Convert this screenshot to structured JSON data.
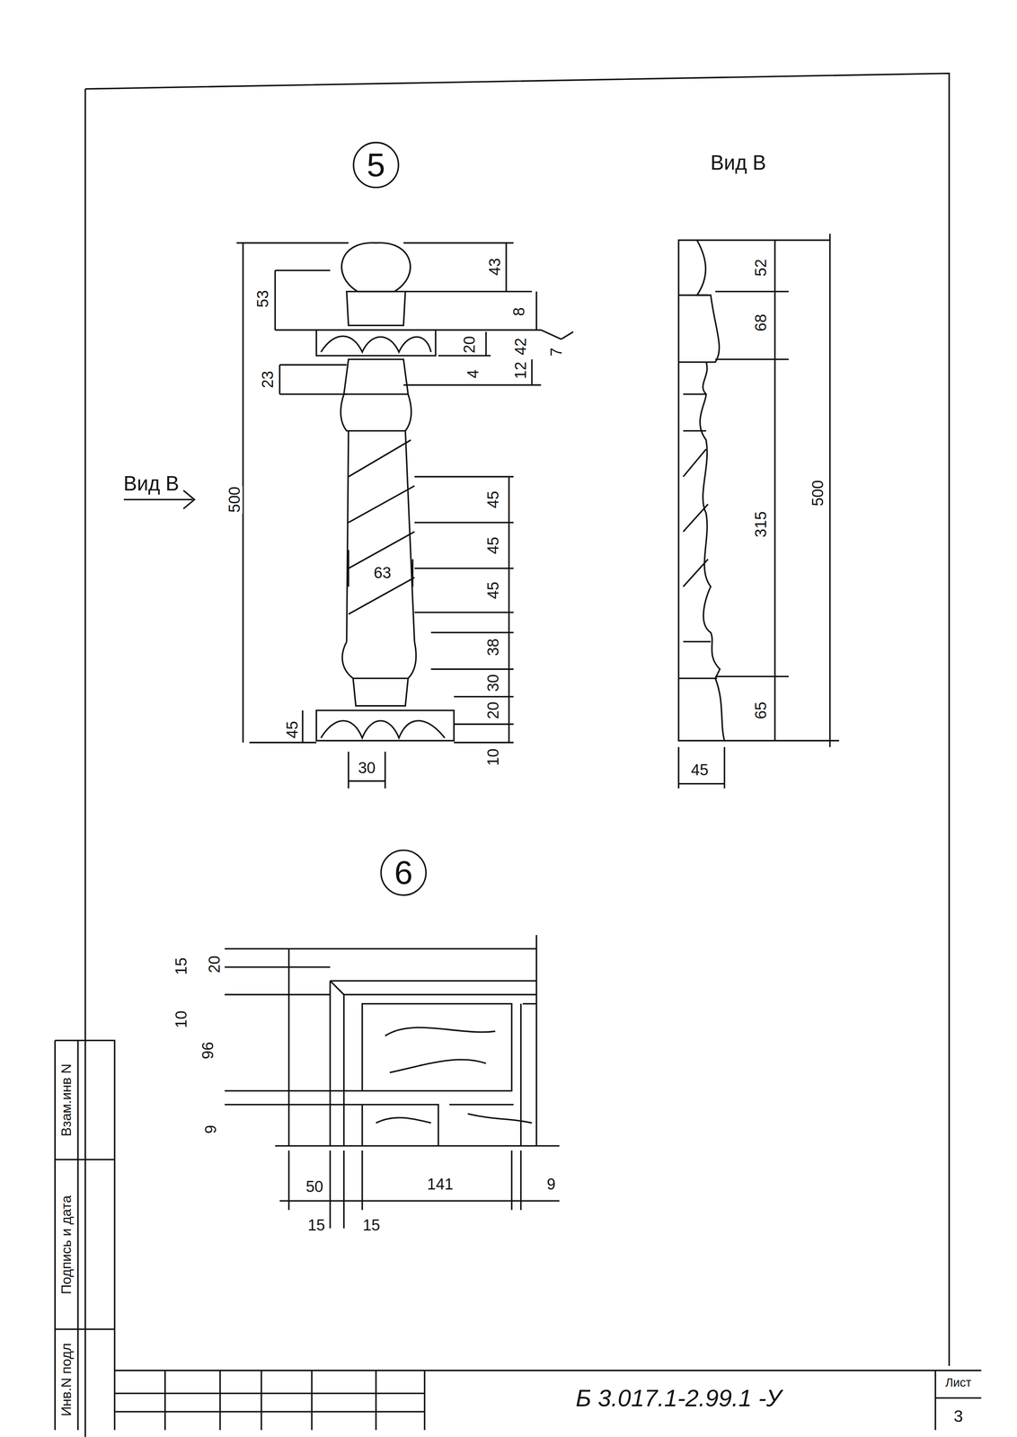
{
  "diagram": {
    "nodes": [
      {
        "text": [
          "5"
        ]
      },
      {
        "text": [
          "6"
        ]
      }
    ],
    "labels": [
      "Вид В",
      "53",
      "43",
      "8",
      "7",
      "20",
      "42",
      "23",
      "4",
      "12",
      "500",
      "45",
      "45",
      "45",
      "63",
      "38",
      "30",
      "20",
      "10",
      "45",
      "30",
      "Вид В",
      "52",
      "68",
      "315",
      "500",
      "65",
      "45",
      "15",
      "20",
      "10",
      "96",
      "9",
      "50",
      "141",
      "9",
      "15",
      "15",
      "Взам.инв N",
      "Подпись и дата",
      "Инв.N подл",
      "Б 3.017.1-2.99.1 -У",
      "Лист",
      "3"
    ]
  }
}
